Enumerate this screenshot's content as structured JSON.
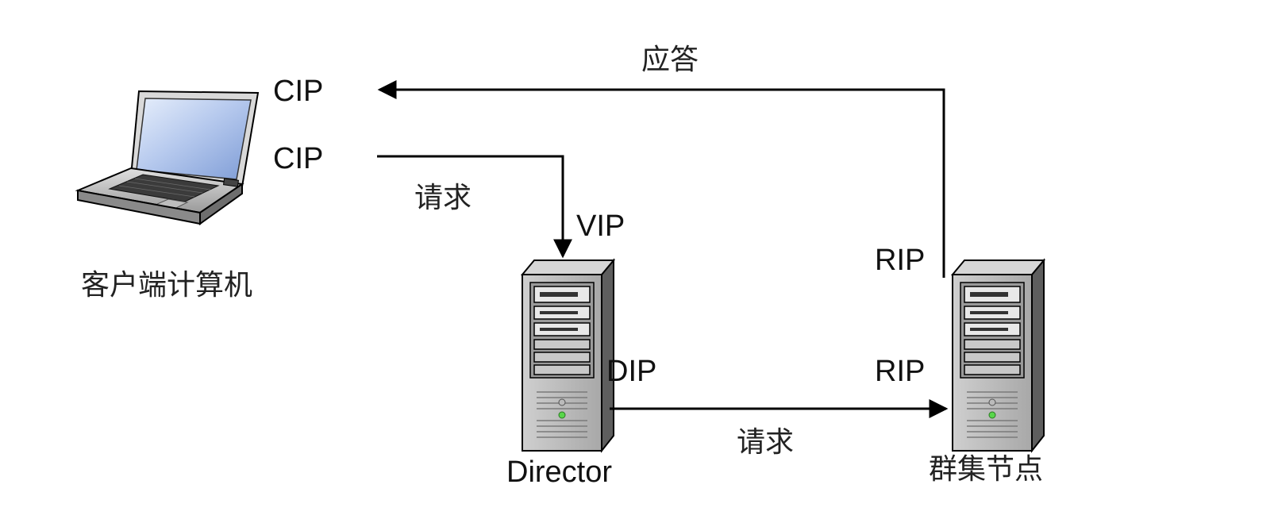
{
  "labels": {
    "client_cip_response": "CIP",
    "client_cip_request": "CIP",
    "client_name": "客户端计算机",
    "request_1": "请求",
    "vip": "VIP",
    "dip": "DIP",
    "director_name": "Director",
    "request_2": "请求",
    "rip_top": "RIP",
    "rip_bottom": "RIP",
    "node_name": "群集节点",
    "response": "应答"
  },
  "icons": {
    "client": "laptop-icon",
    "director": "server-tower-icon",
    "node": "server-tower-icon"
  },
  "colors": {
    "line": "#000000",
    "server_body": "#8c8c8c",
    "laptop_screen": "#a9bfe6"
  }
}
